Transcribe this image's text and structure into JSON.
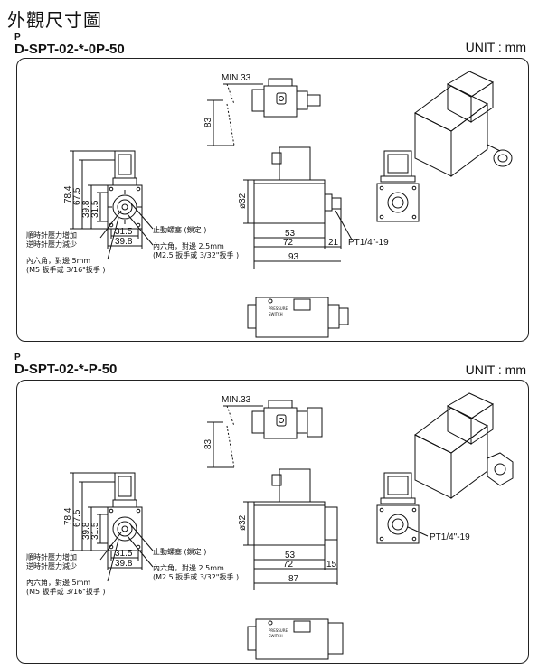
{
  "heading": "外觀尺寸圖",
  "sections": [
    {
      "model_pd_top": "P",
      "model_pd_bottom": "D",
      "model_rest": "-SPT-02-*-0P-50",
      "unit": "UNIT : mm",
      "dims": {
        "min33": "MIN.33",
        "d83": "83",
        "d78_4": "78.4",
        "d67_5": "67.5",
        "d39_8v": "39.8",
        "d31_5v": "31.5",
        "d31_5h": "31.5",
        "d39_8h": "39.8",
        "phi32": "ø32",
        "d53": "53",
        "d72": "72",
        "d21": "21",
        "total": "93",
        "port": "PT1/4\"-19"
      },
      "notes": {
        "cw": "順時針壓力增加",
        "ccw": "逆時針壓力減少",
        "hex5": "內六角，對邊 5mm",
        "hex5_tool": "(M5 扳手或 3/16\"扳手 )",
        "stop_screw": "止動螺塞 (鎖定 )",
        "hex25": "內六角，對邊 2.5mm",
        "hex25_tool": "(M2.5 扳手或 3/32\"扳手 )"
      },
      "plate": {
        "line1": "PRESSURE",
        "line2": "SWITCH"
      }
    },
    {
      "model_pd_top": "P",
      "model_pd_bottom": "D",
      "model_rest": "-SPT-02-*-P-50",
      "unit": "UNIT : mm",
      "dims": {
        "min33": "MIN.33",
        "d83": "83",
        "d78_4": "78.4",
        "d67_5": "67.5",
        "d39_8v": "39.8",
        "d31_5v": "31.5",
        "d31_5h": "31.5",
        "d39_8h": "39.8",
        "phi32": "ø32",
        "d53": "53",
        "d72": "72",
        "d21": "15",
        "total": "87",
        "port": "PT1/4\"-19"
      },
      "notes": {
        "cw": "順時針壓力增加",
        "ccw": "逆時針壓力減少",
        "hex5": "內六角，對邊 5mm",
        "hex5_tool": "(M5 扳手或 3/16\"扳手 )",
        "stop_screw": "止動螺塞 (鎖定 )",
        "hex25": "內六角，對邊 2.5mm",
        "hex25_tool": "(M2.5 扳手或 3/32\"扳手 )"
      },
      "plate": {
        "line1": "PRESSURE",
        "line2": "SWITCH"
      }
    }
  ]
}
